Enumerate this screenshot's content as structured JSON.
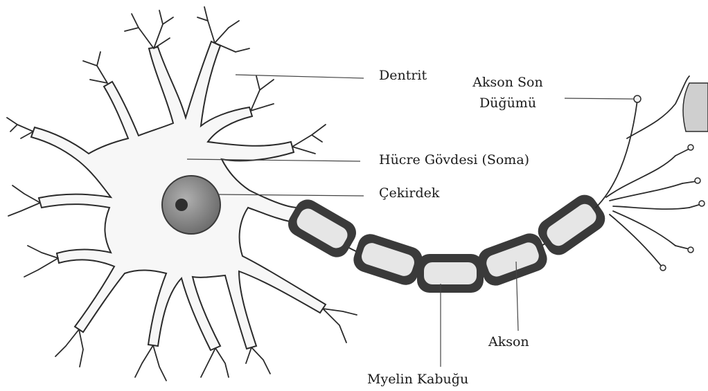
{
  "diagram": {
    "labels": {
      "dentrit": "Dentrit",
      "akson_son_line1": "Akson Son",
      "akson_son_line2": "Düğümü",
      "soma": "Hücre Gövdesi (Soma)",
      "cekirdek": "Çekirdek",
      "akson": "Akson",
      "myelin": "Myelin Kabuğu"
    },
    "colors": {
      "ink": "#2b2b2b",
      "myelin_dark": "#3a3a3a",
      "myelin_light": "#e6e6e6",
      "nucleus": "#8c8c8c",
      "nucleolus": "#2e2e2e",
      "soma_shadow": "#d4d4d4"
    }
  }
}
